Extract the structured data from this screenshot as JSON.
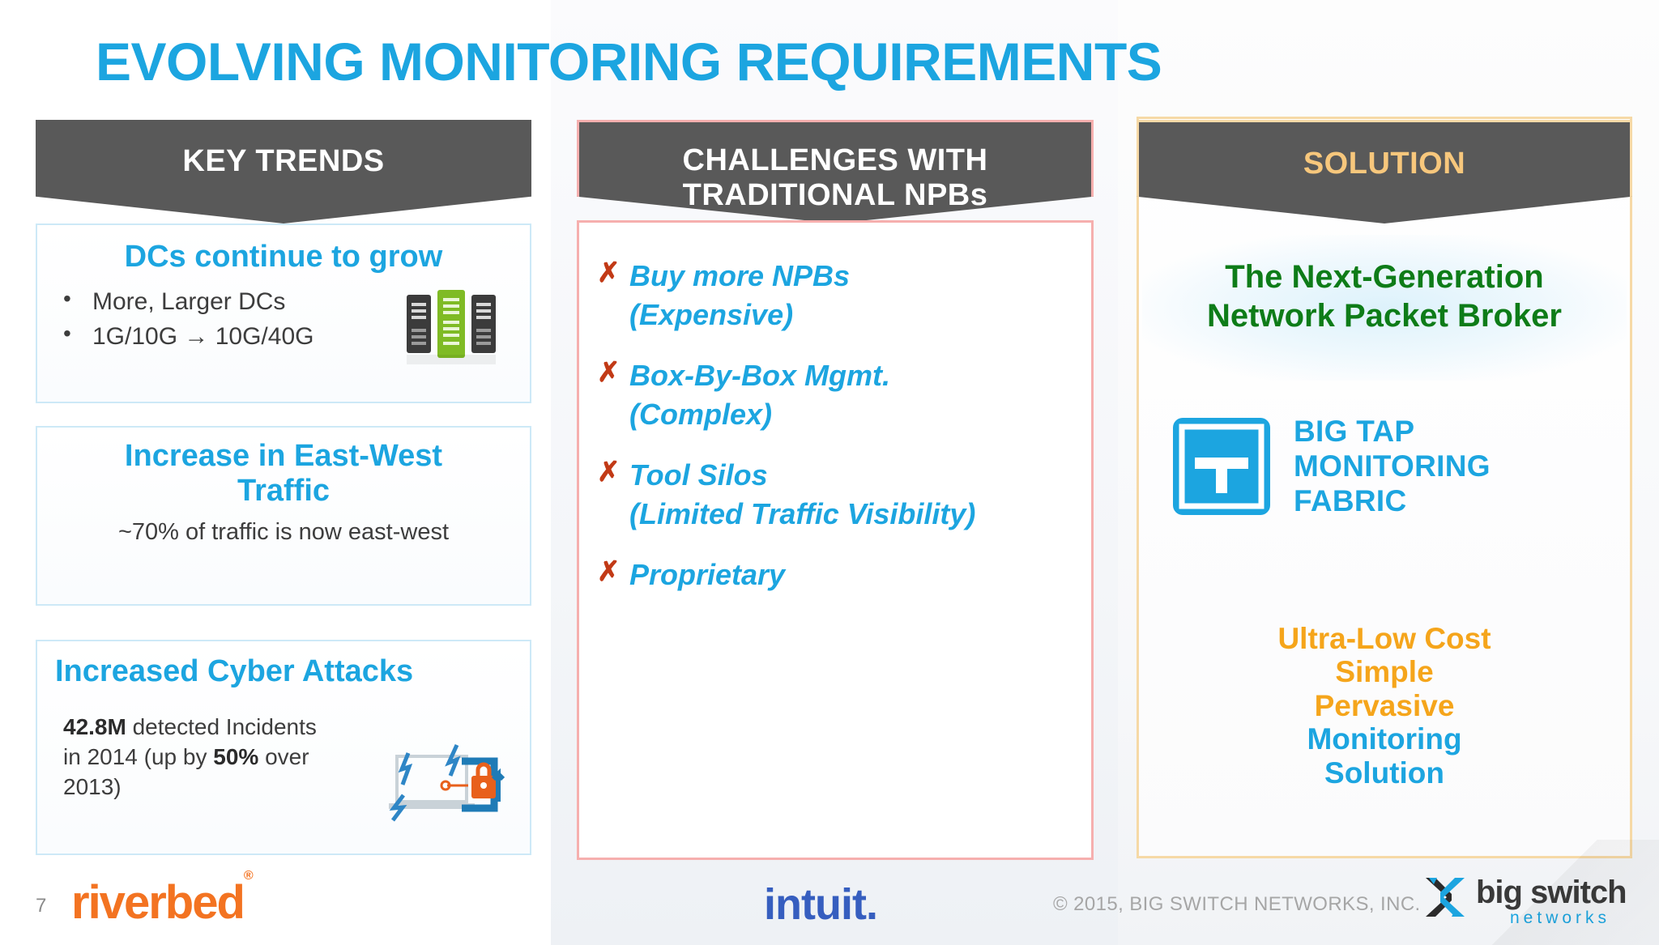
{
  "slide": {
    "title": "EVOLVING MONITORING REQUIREMENTS",
    "number": "7"
  },
  "colors": {
    "accent_blue": "#1CA5E0",
    "banner_gray": "#595959",
    "solution_gold": "#F7C77C",
    "green": "#0E7C18",
    "orange": "#F5A51B",
    "x_red": "#C23A16",
    "riverbed_orange": "#F37321",
    "intuit_blue": "#365EBF"
  },
  "columns": {
    "key_trends": {
      "banner": "KEY TRENDS",
      "cards": [
        {
          "heading": "DCs continue to grow",
          "bullets": [
            "More, Larger DCs",
            "1G/10G → 10G/40G"
          ],
          "icon": "server-rack-icon"
        },
        {
          "heading_line1": "Increase in East-West",
          "heading_line2": "Traffic",
          "note": "~70% of traffic is now east-west"
        },
        {
          "heading": "Increased Cyber Attacks",
          "stat_value": "42.8M",
          "stat_text_1": " detected Incidents in 2014 (up by ",
          "stat_value_2": "50%",
          "stat_text_2": " over 2013)",
          "icon": "cyber-attack-icon"
        }
      ]
    },
    "challenges": {
      "banner_line1": "CHALLENGES WITH",
      "banner_line2": "TRADITIONAL NPBs",
      "marker": "✗",
      "items": [
        {
          "line1": "Buy more NPBs",
          "line2": "(Expensive)"
        },
        {
          "line1": "Box-By-Box Mgmt.",
          "line2": "(Complex)"
        },
        {
          "line1": "Tool Silos",
          "line2": "(Limited Traffic Visibility)"
        },
        {
          "line1": "Proprietary",
          "line2": ""
        }
      ]
    },
    "solution": {
      "banner": "SOLUTION",
      "headline_line1": "The Next-Generation",
      "headline_line2": "Network Packet Broker",
      "product": {
        "icon": "big-tap-icon",
        "name_line1": "BIG TAP",
        "name_line2": "MONITORING",
        "name_line3": "FABRIC"
      },
      "benefits": [
        {
          "text": "Ultra-Low Cost",
          "color": "orange"
        },
        {
          "text": "Simple",
          "color": "orange"
        },
        {
          "text": "Pervasive",
          "color": "orange"
        },
        {
          "text": "Monitoring",
          "color": "blue"
        },
        {
          "text": "Solution",
          "color": "blue"
        }
      ]
    }
  },
  "footer": {
    "riverbed_logo": "riverbed",
    "riverbed_mark": "®",
    "intuit_logo": "intuit",
    "intuit_mark": ".",
    "copyright": "© 2015, BIG SWITCH NETWORKS, INC.",
    "bigswitch_wordmark": "big switch",
    "bigswitch_sub": "networks"
  }
}
